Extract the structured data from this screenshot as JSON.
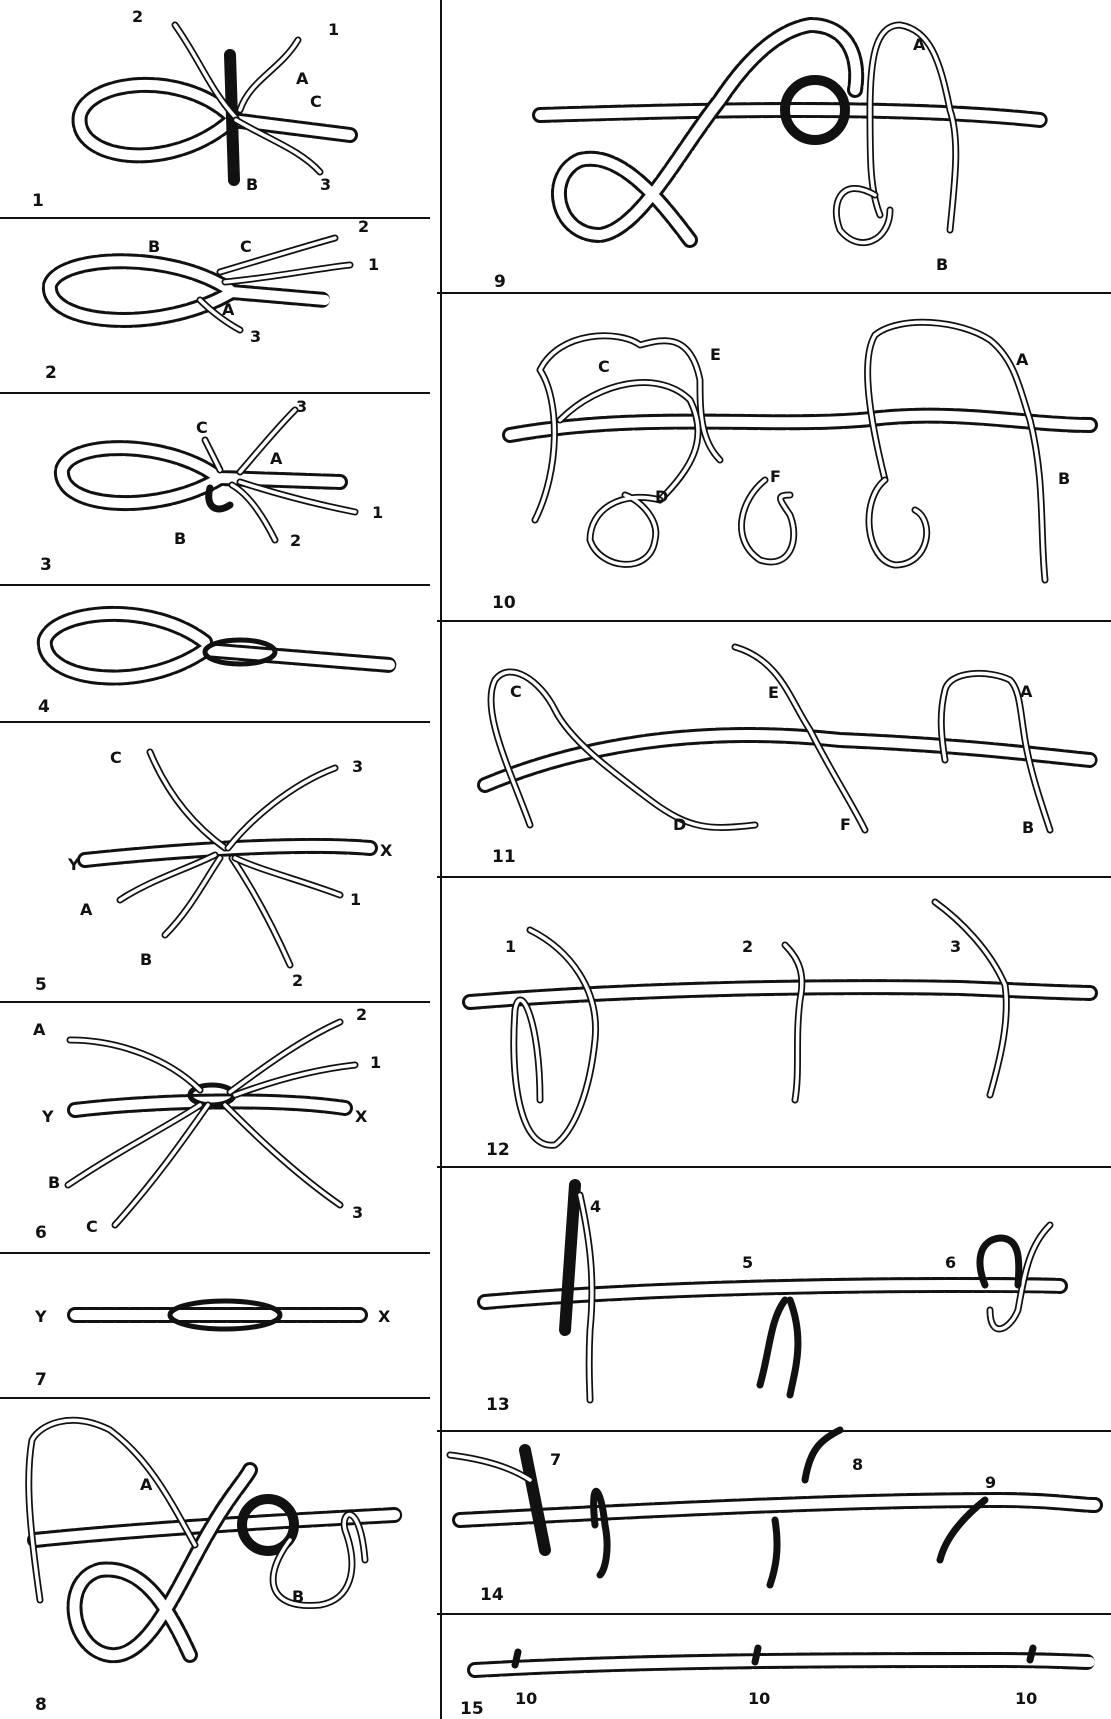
{
  "panels": [
    {
      "number": "1",
      "labels": [
        "2",
        "1",
        "A",
        "C",
        "B",
        "3"
      ]
    },
    {
      "number": "2",
      "labels": [
        "B",
        "C",
        "2",
        "1",
        "A",
        "3"
      ]
    },
    {
      "number": "3",
      "labels": [
        "3",
        "C",
        "A",
        "B",
        "2",
        "1"
      ]
    },
    {
      "number": "4",
      "labels": []
    },
    {
      "number": "5",
      "labels": [
        "C",
        "3",
        "Y",
        "X",
        "A",
        "1",
        "B",
        "2"
      ]
    },
    {
      "number": "6",
      "labels": [
        "2",
        "A",
        "1",
        "Y",
        "X",
        "B",
        "C",
        "3"
      ]
    },
    {
      "number": "7",
      "labels": [
        "Y",
        "X"
      ]
    },
    {
      "number": "8",
      "labels": [
        "A",
        "B"
      ]
    },
    {
      "number": "9",
      "labels": [
        "A",
        "B"
      ]
    },
    {
      "number": "10",
      "labels": [
        "C",
        "E",
        "A",
        "B",
        "D",
        "F"
      ]
    },
    {
      "number": "11",
      "labels": [
        "C",
        "E",
        "A",
        "D",
        "F",
        "B"
      ]
    },
    {
      "number": "12",
      "labels": [
        "1",
        "2",
        "3"
      ]
    },
    {
      "number": "13",
      "labels": [
        "4",
        "5",
        "6"
      ]
    },
    {
      "number": "14",
      "labels": [
        "7",
        "8",
        "9"
      ]
    },
    {
      "number": "15",
      "labels": [
        "10",
        "10",
        "10"
      ]
    }
  ]
}
